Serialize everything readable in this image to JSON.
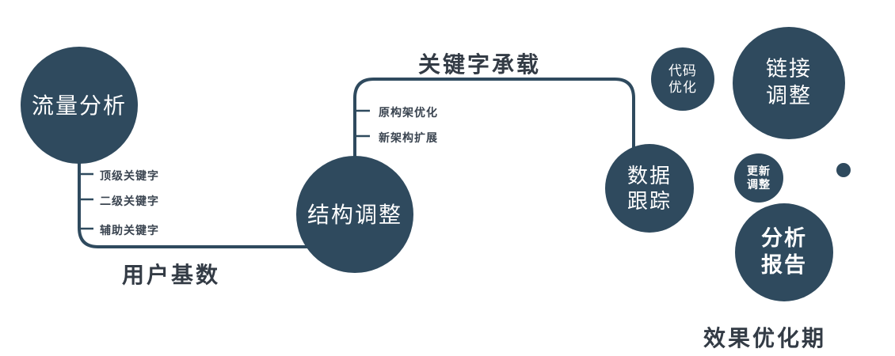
{
  "colors": {
    "node_fill": "#2f4a5e",
    "line": "#2f4a5e",
    "node_text": "#ffffff",
    "label_text": "#333b45"
  },
  "diagram": {
    "traffic_circle": {
      "label": "流量分析"
    },
    "structure_circle": {
      "label": "结构调整"
    },
    "tracking_circle": {
      "line1": "数据",
      "line2": "跟踪"
    },
    "code_circle": {
      "line1": "代码",
      "line2": "优化"
    },
    "link_circle": {
      "line1": "链接",
      "line2": "调整"
    },
    "update_circle": {
      "line1": "更新",
      "line2": "调整"
    },
    "report_circle": {
      "line1": "分析",
      "line2": "报告"
    },
    "edge_labels": {
      "top": "关键字承载",
      "bottom": "用户基数",
      "footer": "效果优化期"
    },
    "traffic_ticks": [
      "顶级关键字",
      "二级关键字",
      "辅助关键字"
    ],
    "structure_ticks": [
      "原构架优化",
      "新架构扩展"
    ]
  }
}
